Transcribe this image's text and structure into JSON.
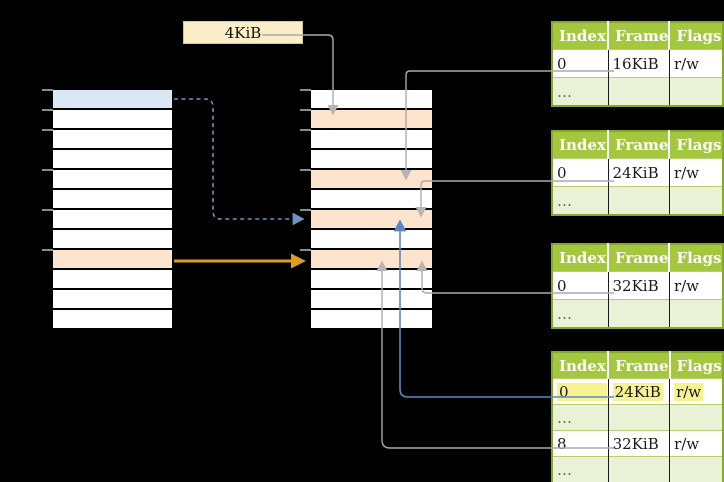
{
  "size_label": {
    "text": "4KiB"
  },
  "memory_columns": [
    {
      "id": "left-memory-column",
      "cell_count": 12,
      "highlighted_cells": [
        {
          "index": 0,
          "color": "blue"
        },
        {
          "index": 8,
          "color": "orange"
        }
      ],
      "tick_indices": [
        0,
        1,
        2,
        4,
        6,
        8
      ]
    },
    {
      "id": "middle-memory-column",
      "cell_count": 12,
      "highlighted_cells": [
        {
          "index": 1,
          "color": "orange"
        },
        {
          "index": 4,
          "color": "orange"
        },
        {
          "index": 6,
          "color": "orange"
        },
        {
          "index": 8,
          "color": "orange"
        }
      ],
      "tick_indices": [
        0,
        1,
        2,
        4,
        6,
        8
      ]
    }
  ],
  "page_tables": [
    {
      "headers": [
        "Index",
        "Frame",
        "Flags"
      ],
      "rows": [
        {
          "cells": [
            "0",
            "16KiB",
            "r/w"
          ],
          "shaded": false,
          "highlighted": false
        },
        {
          "cells": [
            "…",
            "",
            ""
          ],
          "shaded": true,
          "highlighted": false
        }
      ]
    },
    {
      "headers": [
        "Index",
        "Frame",
        "Flags"
      ],
      "rows": [
        {
          "cells": [
            "0",
            "24KiB",
            "r/w"
          ],
          "shaded": false,
          "highlighted": false
        },
        {
          "cells": [
            "…",
            "",
            ""
          ],
          "shaded": true,
          "highlighted": false
        }
      ]
    },
    {
      "headers": [
        "Index",
        "Frame",
        "Flags"
      ],
      "rows": [
        {
          "cells": [
            "0",
            "32KiB",
            "r/w"
          ],
          "shaded": false,
          "highlighted": false
        },
        {
          "cells": [
            "…",
            "",
            ""
          ],
          "shaded": true,
          "highlighted": false
        }
      ]
    },
    {
      "headers": [
        "Index",
        "Frame",
        "Flags"
      ],
      "rows": [
        {
          "cells": [
            "0",
            "24KiB",
            "r/w"
          ],
          "shaded": false,
          "highlighted": true
        },
        {
          "cells": [
            "…",
            "",
            ""
          ],
          "shaded": true,
          "highlighted": false
        },
        {
          "cells": [
            "8",
            "32KiB",
            "r/w"
          ],
          "shaded": false,
          "highlighted": false
        },
        {
          "cells": [
            "…",
            "",
            ""
          ],
          "shaded": true,
          "highlighted": false
        }
      ]
    }
  ],
  "colors": {
    "background": "#000000",
    "cell_white": "#ffffff",
    "cell_blue": "#dbe7f5",
    "cell_orange": "#fde4cc",
    "table_header_green": "#a3c83e",
    "table_border_green": "#84a72c",
    "table_shaded_row": "#e9f1d7",
    "highlight_yellow": "#f8f392",
    "connector_gray": "#aaaaaa",
    "connector_blue": "#5d87c4",
    "connector_dashed_blue": "#6e93c0",
    "connector_orange": "#dd9f1b",
    "tick_gray": "#8c8c8c"
  }
}
